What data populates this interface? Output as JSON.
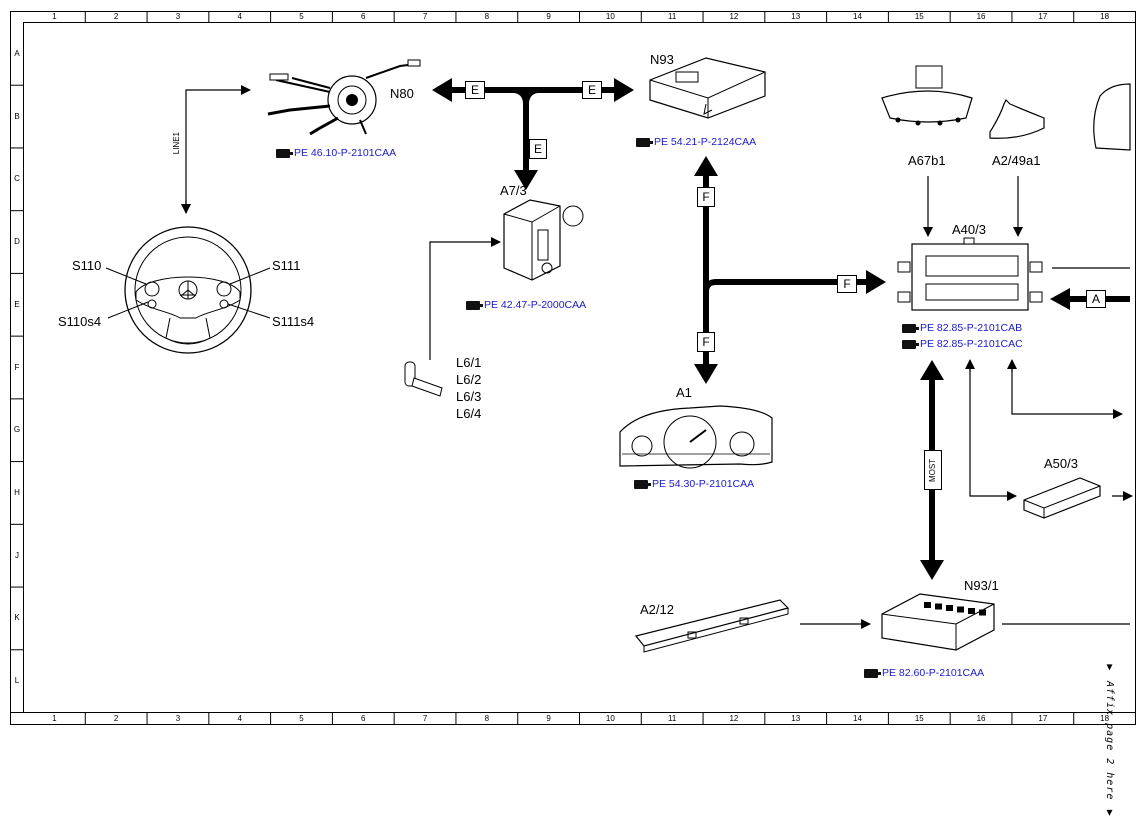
{
  "grid": {
    "columns": [
      "1",
      "2",
      "3",
      "4",
      "5",
      "6",
      "7",
      "8",
      "9",
      "10",
      "11",
      "12",
      "13",
      "14",
      "15",
      "16",
      "17",
      "18"
    ],
    "rows": [
      "A",
      "B",
      "C",
      "D",
      "E",
      "F",
      "G",
      "H",
      "J",
      "K",
      "L"
    ]
  },
  "components": {
    "n80": "N80",
    "n93": "N93",
    "a7_3": "A7/3",
    "a1": "A1",
    "a67b1": "A67b1",
    "a2_49a1": "A2/49a1",
    "a40_3": "A40/3",
    "a50_3": "A50/3",
    "n93_1": "N93/1",
    "a2_12": "A2/12",
    "s110": "S110",
    "s111": "S111",
    "s110s4": "S110s4",
    "s111s4": "S111s4",
    "l6_1": "L6/1",
    "l6_2": "L6/2",
    "l6_3": "L6/3",
    "l6_4": "L6/4"
  },
  "refs": {
    "n80": "PE 46.10-P-2101CAA",
    "n93": "PE 54.21-P-2124CAA",
    "a7_3": "PE 42.47-P-2000CAA",
    "a1": "PE 54.30-P-2101CAA",
    "a40_3_a": "PE 82.85-P-2101CAB",
    "a40_3_b": "PE 82.85-P-2101CAC",
    "n93_1": "PE 82.60-P-2101CAA"
  },
  "connections": {
    "e": "E",
    "f": "F",
    "a": "A",
    "line1": "LINE1",
    "most": "MOST"
  },
  "note": "▼ Affix page 2 here ▼",
  "colors": {
    "line": "#000000",
    "ref_text": "#1a1acc"
  }
}
